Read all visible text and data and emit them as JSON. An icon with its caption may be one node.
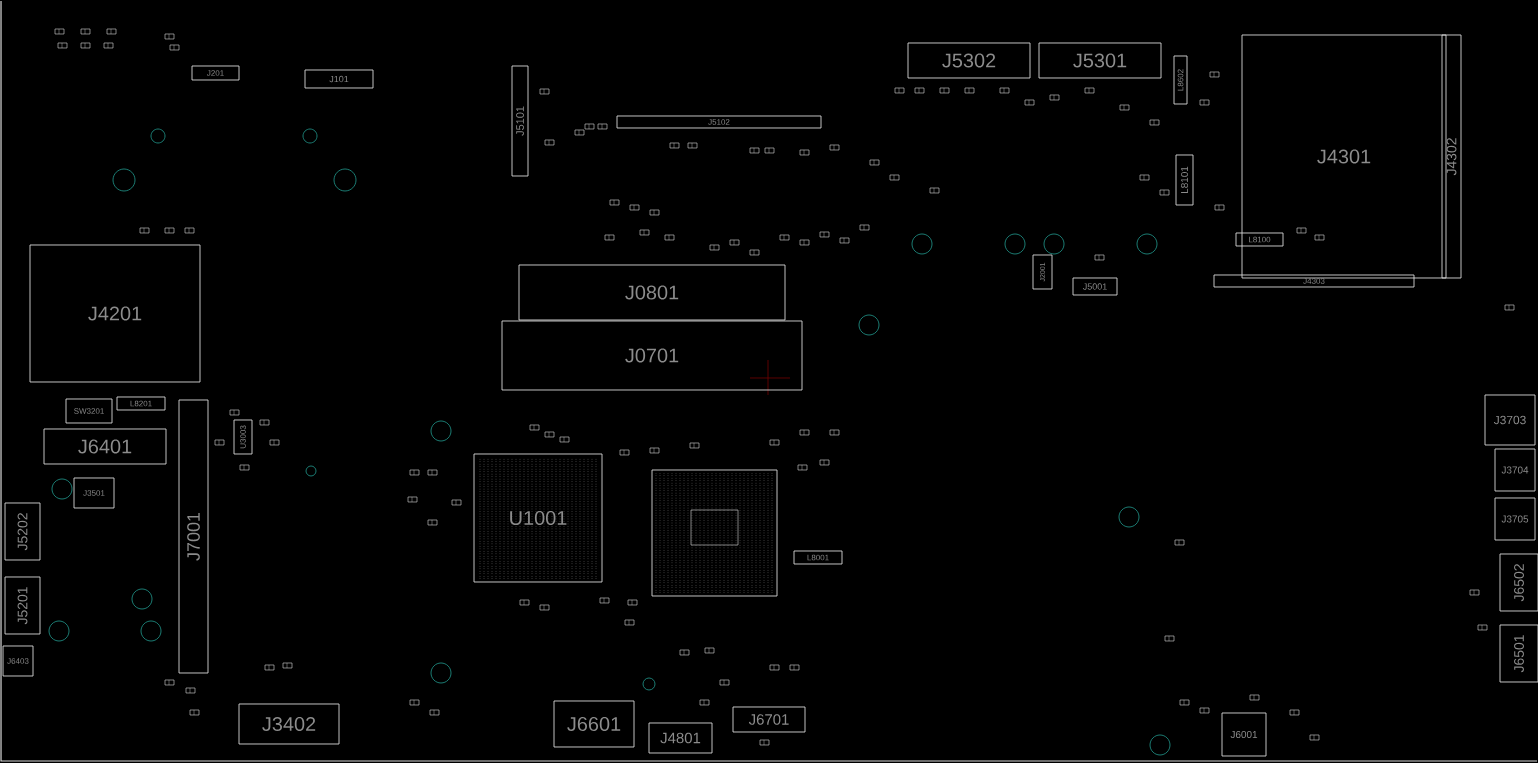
{
  "diagram": {
    "nodes": [
      {
        "text": [
          "J101"
        ]
      },
      {
        "text": [
          "J201"
        ]
      },
      {
        "text": [
          "J5101"
        ]
      },
      {
        "text": [
          "J5102"
        ]
      },
      {
        "text": [
          "J5302"
        ]
      },
      {
        "text": [
          "J5301"
        ]
      },
      {
        "text": [
          "J4301"
        ]
      },
      {
        "text": [
          "J4302"
        ]
      },
      {
        "text": [
          "J4303"
        ]
      },
      {
        "text": [
          "L8602"
        ]
      },
      {
        "text": [
          "L8101"
        ]
      },
      {
        "text": [
          "L8100"
        ]
      },
      {
        "text": [
          "J2001"
        ]
      },
      {
        "text": [
          "J5001"
        ]
      },
      {
        "text": [
          "J4201"
        ]
      },
      {
        "text": [
          "J0801"
        ]
      },
      {
        "text": [
          "J0701"
        ]
      },
      {
        "text": [
          "SW3201"
        ]
      },
      {
        "text": [
          "L8201"
        ]
      },
      {
        "text": [
          "J6401"
        ]
      },
      {
        "text": [
          "J3501"
        ]
      },
      {
        "text": [
          "J7001"
        ]
      },
      {
        "text": [
          "U3003"
        ]
      },
      {
        "text": [
          "J5202"
        ]
      },
      {
        "text": [
          "J5201"
        ]
      },
      {
        "text": [
          "J6403"
        ]
      },
      {
        "text": [
          "U1001"
        ]
      },
      {
        "text": [
          "L8001"
        ]
      },
      {
        "text": [
          "J3402"
        ]
      },
      {
        "text": [
          "J6601"
        ]
      },
      {
        "text": [
          "J4801"
        ]
      },
      {
        "text": [
          "J6701"
        ]
      },
      {
        "text": [
          "J6001"
        ]
      },
      {
        "text": [
          "J3703"
        ]
      },
      {
        "text": [
          "J3704"
        ]
      },
      {
        "text": [
          "J3705"
        ]
      },
      {
        "text": [
          "J6502"
        ]
      },
      {
        "text": [
          "J6501"
        ]
      }
    ]
  }
}
